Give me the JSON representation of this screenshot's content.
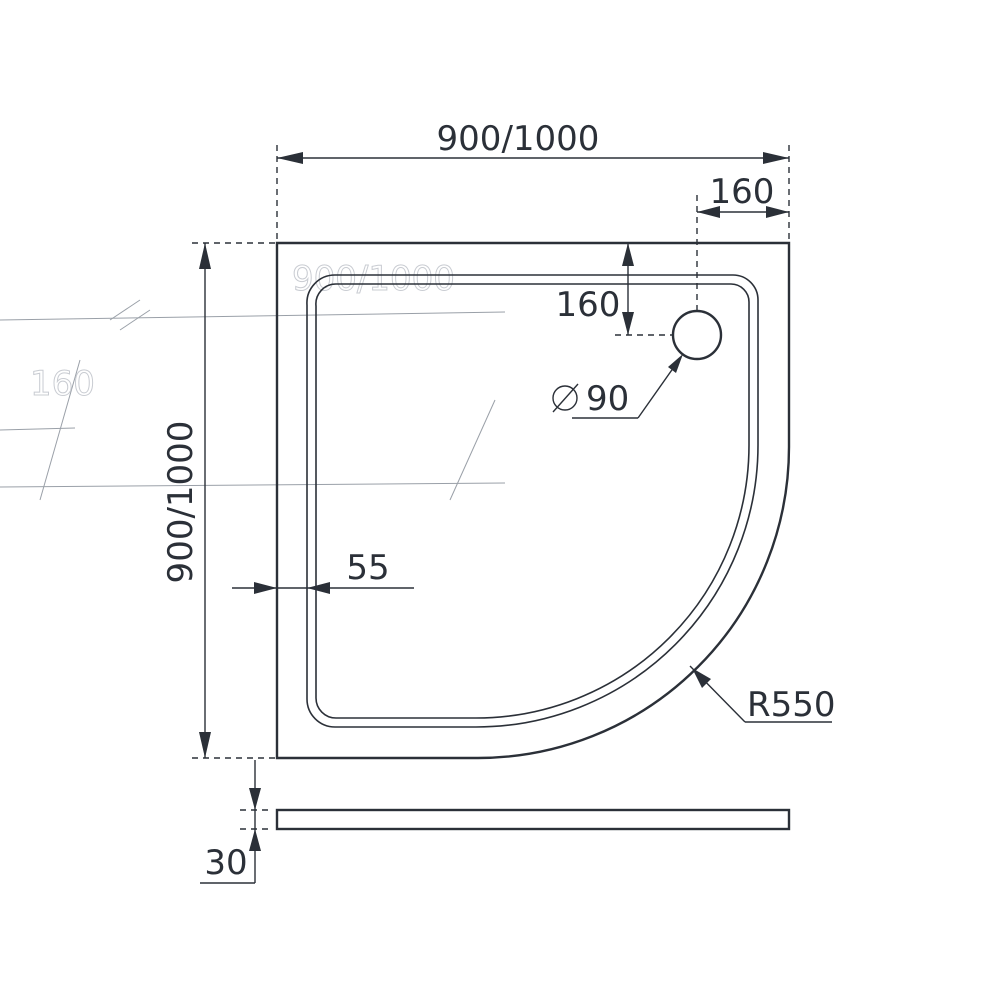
{
  "dimensions": {
    "overall_width": "900/1000",
    "overall_depth": "900/1000",
    "drain_offset_x": "160",
    "drain_offset_y": "160",
    "drain_diameter": "90",
    "rim_width": "55",
    "radius": "R550",
    "height": "30"
  },
  "ghost_labels": {
    "width_echo": "900/1000",
    "offset_echo": "160"
  }
}
